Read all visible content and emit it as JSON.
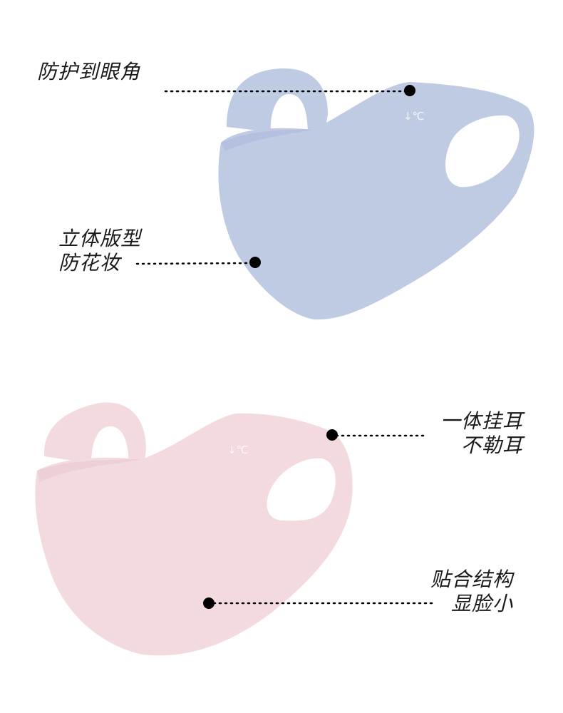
{
  "colors": {
    "blue_mask": "#bfcae3",
    "blue_mask_shade": "#b4c0dd",
    "pink_mask": "#f3dade",
    "pink_mask_shade": "#ecd0d5",
    "dot": "#000000",
    "text": "#1a1a1a"
  },
  "blue_mask": {
    "temp_badge": "↓℃",
    "callouts": {
      "eye": {
        "line1": "防护到眼角"
      },
      "shape": {
        "line1": "立体版型",
        "line2": "防花妆"
      }
    }
  },
  "pink_mask": {
    "temp_badge": "↓℃",
    "callouts": {
      "ear": {
        "line1": "一体挂耳",
        "line2": "不勒耳"
      },
      "fit": {
        "line1": "贴合结构",
        "line2": "显脸小"
      }
    }
  }
}
